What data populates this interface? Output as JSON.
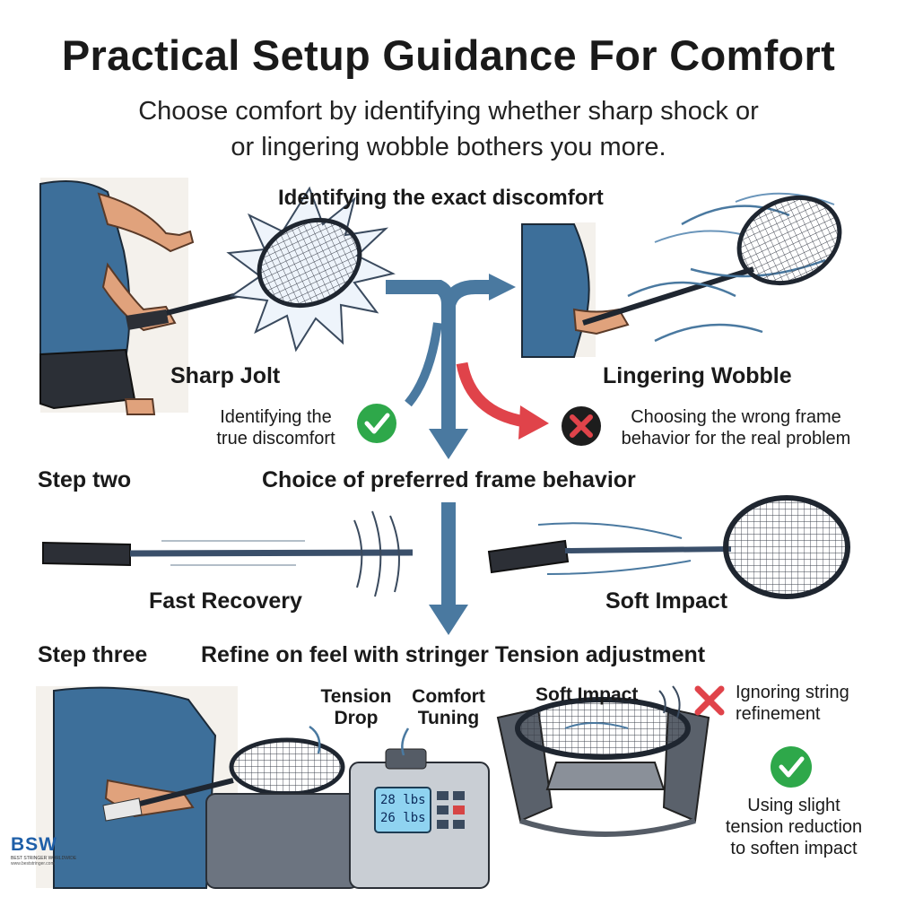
{
  "title": "Practical Setup Guidance For Comfort",
  "subtitle_line1": "Choose comfort by identifying whether sharp shock or",
  "subtitle_line2": "or lingering wobble bothers you more.",
  "step1": {
    "heading": "Identifying the exact discomfort",
    "left_label": "Sharp Jolt",
    "right_label": "Lingering Wobble",
    "correct_note_line1": "Identifying the",
    "correct_note_line2": "true discomfort",
    "wrong_note_line1": "Choosing the wrong frame",
    "wrong_note_line2": "behavior for the real problem"
  },
  "step2": {
    "label": "Step two",
    "heading": "Choice of preferred frame behavior",
    "left_label": "Fast Recovery",
    "right_label": "Soft Impact"
  },
  "step3": {
    "label": "Step three",
    "heading": "Refine on feel with stringer Tension adjustment",
    "tension_drop_line1": "Tension",
    "tension_drop_line2": "Drop",
    "comfort_tuning_line1": "Comfort",
    "comfort_tuning_line2": "Tuning",
    "soft_impact_label": "Soft Impact",
    "display_top": "28 lbs",
    "display_bottom": "26 lbs",
    "wrong_note_line1": "Ignoring string",
    "wrong_note_line2": "refinement",
    "correct_note_line1": "Using slight",
    "correct_note_line2": "tension reduction",
    "correct_note_line3": "to soften impact"
  },
  "logo": {
    "text": "BSW",
    "tagline": "BEST STRINGER WORLDWIDE",
    "url": "www.beststringer.com"
  },
  "colors": {
    "arrow_blue": "#4a79a0",
    "wrong_red": "#e0434a",
    "check_green": "#2ea84a",
    "shirt_blue": "#3d6f9a"
  }
}
